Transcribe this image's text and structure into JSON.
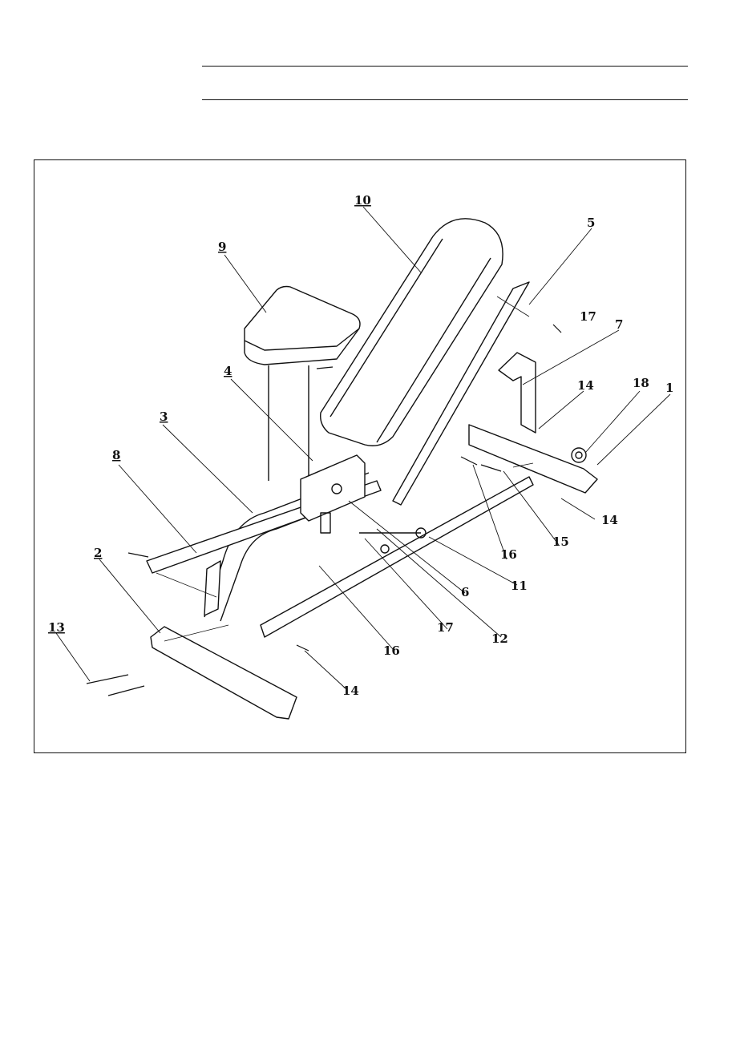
{
  "header": {
    "line_1": "",
    "line_2": ""
  },
  "diagram": {
    "labels": [
      {
        "id": "p1",
        "text": "1"
      },
      {
        "id": "p2",
        "text": "2"
      },
      {
        "id": "p3",
        "text": "3"
      },
      {
        "id": "p4",
        "text": "4"
      },
      {
        "id": "p5",
        "text": "5"
      },
      {
        "id": "p6",
        "text": "6"
      },
      {
        "id": "p7",
        "text": "7"
      },
      {
        "id": "p8",
        "text": "8"
      },
      {
        "id": "p9",
        "text": "9"
      },
      {
        "id": "p10",
        "text": "10"
      },
      {
        "id": "p11",
        "text": "11"
      },
      {
        "id": "p12",
        "text": "12"
      },
      {
        "id": "p13",
        "text": "13"
      },
      {
        "id": "p14a",
        "text": "14"
      },
      {
        "id": "p14b",
        "text": "14"
      },
      {
        "id": "p14c",
        "text": "14"
      },
      {
        "id": "p15",
        "text": "15"
      },
      {
        "id": "p16a",
        "text": "16"
      },
      {
        "id": "p16b",
        "text": "16"
      },
      {
        "id": "p17a",
        "text": "17"
      },
      {
        "id": "p17b",
        "text": "17"
      },
      {
        "id": "p18",
        "text": "18"
      }
    ]
  }
}
